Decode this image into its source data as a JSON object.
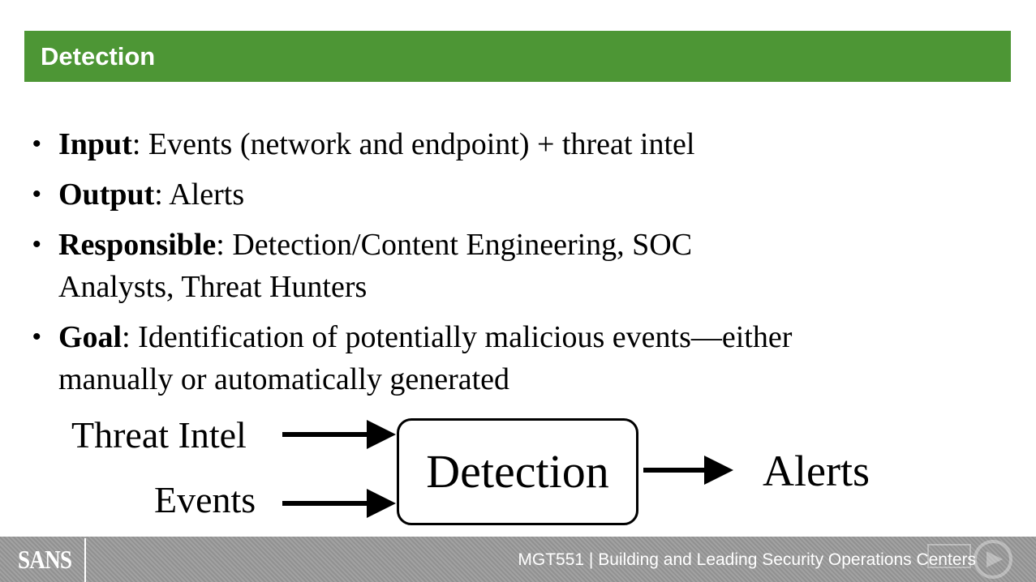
{
  "header": {
    "title": "Detection",
    "color": "#4d9635"
  },
  "bullets": [
    {
      "label": "Input",
      "text": ": Events (network and endpoint) + threat intel"
    },
    {
      "label": "Output",
      "text": ": Alerts"
    },
    {
      "label": "Responsible",
      "text": ": Detection/Content Engineering, SOC",
      "cont": "Analysts, Threat Hunters"
    },
    {
      "label": "Goal",
      "text": ": Identification of potentially malicious events—either",
      "cont": "manually or automatically generated"
    }
  ],
  "diagram": {
    "input_1": "Threat Intel",
    "input_2": "Events",
    "process": "Detection",
    "output": "Alerts"
  },
  "footer": {
    "logo": "SANS",
    "course": "MGT551 | Building and Leading Security Operations Centers"
  }
}
